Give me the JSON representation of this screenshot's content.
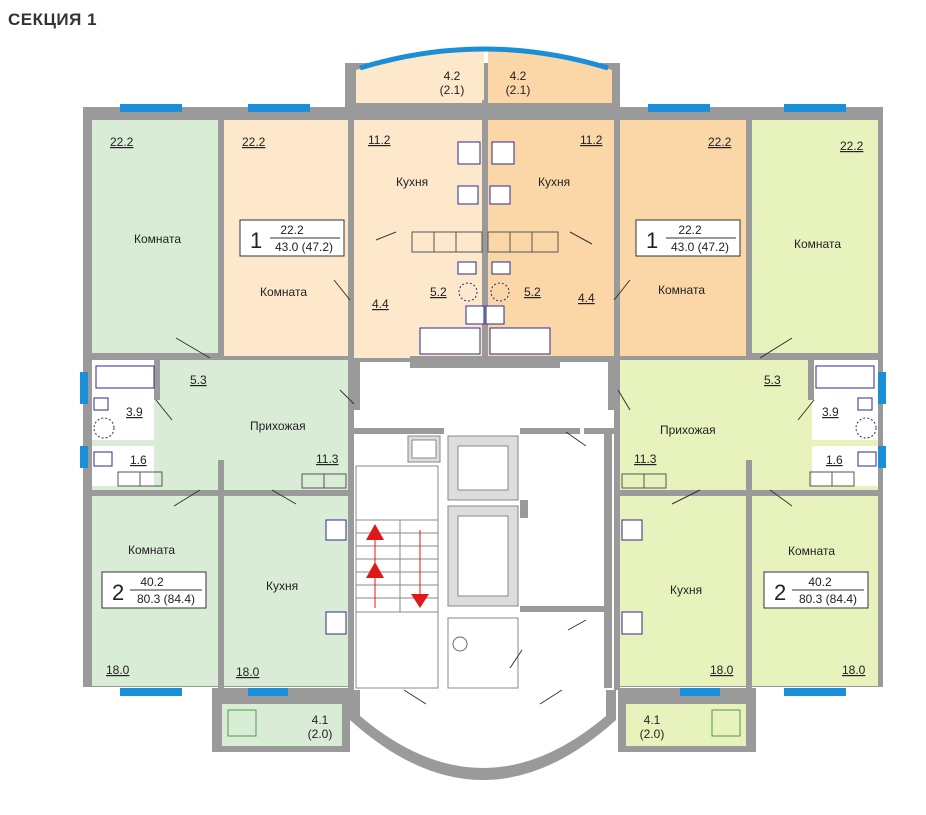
{
  "section_title": "СЕКЦИЯ 1",
  "colors": {
    "green_light": "#d9ecd6",
    "green_yellow": "#e8f2bd",
    "peach_light": "#fde8cc",
    "peach_dark": "#fbd7a8",
    "wall": "#9a9a9a",
    "window": "#1a8fd8",
    "stair_arrow": "#e01818"
  },
  "balconies": {
    "top_left": {
      "area": "4.2",
      "area_alt": "(2.1)"
    },
    "top_right": {
      "area": "4.2",
      "area_alt": "(2.1)"
    },
    "bottom_left": {
      "area": "4.1",
      "area_alt": "(2.0)"
    },
    "bottom_right": {
      "area": "4.1",
      "area_alt": "(2.0)"
    }
  },
  "left_top": {
    "room_a_area": "22.2",
    "room_a_label": "Комната",
    "room_b_area": "22.2",
    "room_b_label": "Комната",
    "kitchen_area": "11.2",
    "kitchen_label": "Кухня",
    "hall_area": "4.4",
    "bath_area": "5.2",
    "badge_rooms": "1",
    "badge_living": "22.2",
    "badge_total": "43.0 (47.2)"
  },
  "right_top": {
    "room_a_area": "22.2",
    "room_a_label": "Комната",
    "room_b_area": "22.2",
    "room_b_label": "Комната",
    "kitchen_area": "11.2",
    "kitchen_label": "Кухня",
    "hall_area": "4.4",
    "bath_area": "5.2",
    "badge_rooms": "1",
    "badge_living": "22.2",
    "badge_total": "43.0 (47.2)"
  },
  "left_bottom": {
    "corr_area": "5.3",
    "bath_area": "3.9",
    "wc_area": "1.6",
    "hall_label": "Прихожая",
    "hall_area": "11.3",
    "room_label": "Комната",
    "room_area": "18.0",
    "kitchen_label": "Кухня",
    "kitchen_area": "18.0",
    "badge_rooms": "2",
    "badge_living": "40.2",
    "badge_total": "80.3 (84.4)"
  },
  "right_bottom": {
    "corr_area": "5.3",
    "bath_area": "3.9",
    "wc_area": "1.6",
    "hall_label": "Прихожая",
    "hall_area": "11.3",
    "room_label": "Комната",
    "room_area": "18.0",
    "kitchen_label": "Кухня",
    "kitchen_area": "18.0",
    "badge_rooms": "2",
    "badge_living": "40.2",
    "badge_total": "80.3 (84.4)"
  }
}
